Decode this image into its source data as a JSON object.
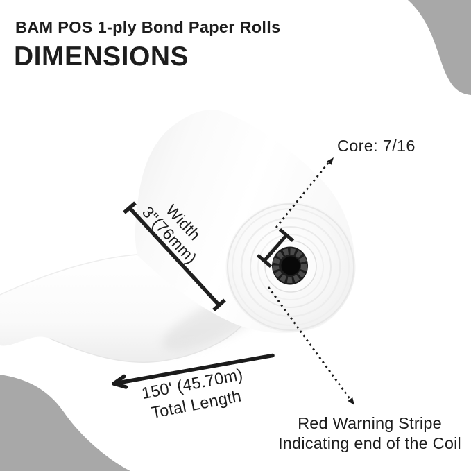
{
  "title": {
    "product": "BAM POS 1-ply Bond Paper Rolls",
    "heading": "DIMENSIONS"
  },
  "annotations": {
    "core": "Core: 7/16",
    "width": {
      "line1": "Width",
      "line2": "3\"(76mm)"
    },
    "length": {
      "line1": "150' (45.70m)",
      "line2": "Total Length"
    },
    "warning": {
      "line1": "Red Warning Stripe",
      "line2": "Indicating end of the Coil"
    }
  },
  "colors": {
    "ink": "#1d1d1d",
    "blob_gray": "#a8a8a8",
    "core_dark": "#1c1c1c",
    "paper_white": "#ffffff"
  }
}
